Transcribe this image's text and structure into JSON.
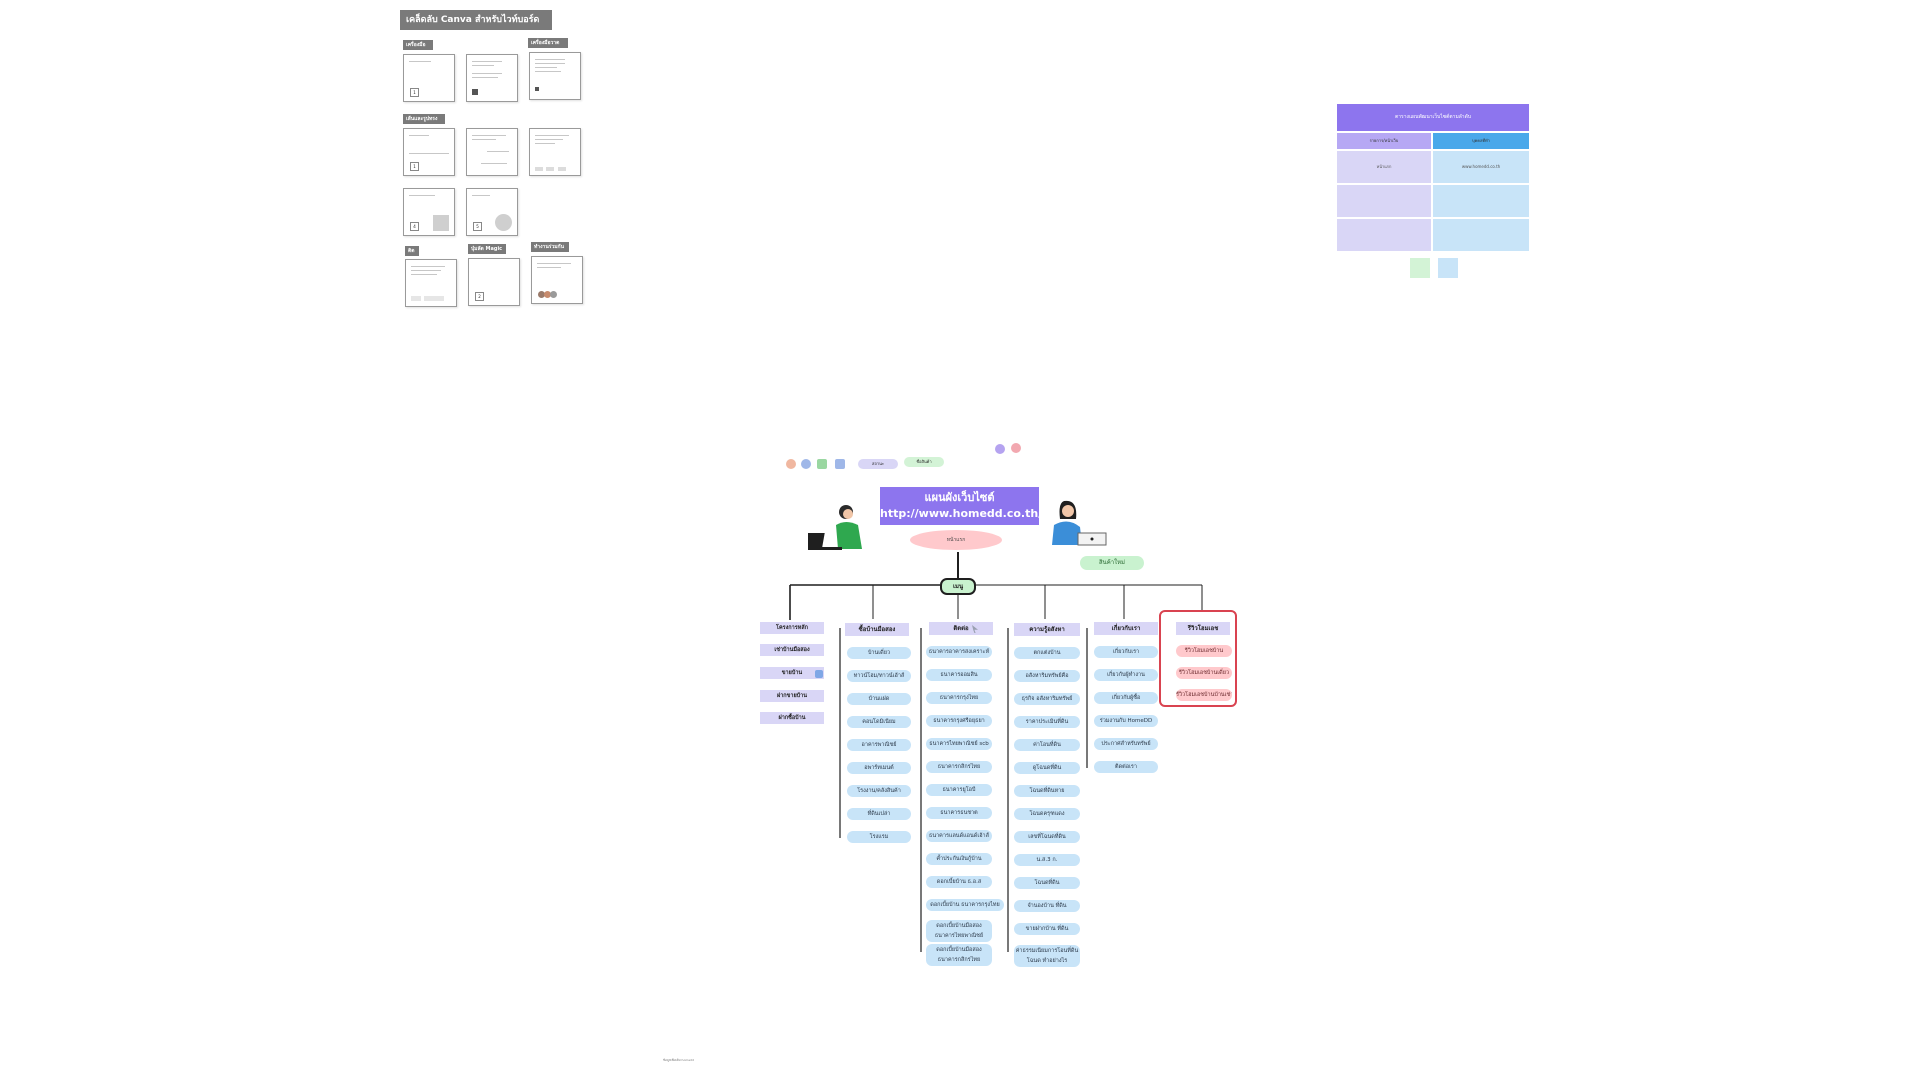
{
  "tips": {
    "title": "เคล็ดลับ Canva สำหรับไวท์บอร์ด",
    "sections": {
      "s1": "เครื่องมือวาด",
      "s2": "เครื่องมือวาด",
      "s3": "เส้นและรูปทรง",
      "s4": "ติด",
      "s5": "ปุ่มลัด Magic",
      "s6": "ทำงานร่วมกัน"
    }
  },
  "table": {
    "title": "ตารางแผนพัฒนาเว็บไซต์ตามลำดับ",
    "col1": "รายการ/หน้าเว็บ",
    "col2": "บุคคลที่ทำ",
    "r1c1": "หน้าแรก",
    "r1c2": "www.homedd.co.th"
  },
  "mindmap": {
    "title_line1": "แผนผังเว็บไซต์",
    "title_line2": "http://www.homedd.co.th/",
    "home": "หน้าแรก",
    "menu": "เมนู",
    "new": "สินค้าใหม่",
    "tag1": "สถานะ",
    "tag2": "ชื่อสินค้า",
    "left_menu": [
      "โครงการหลัก",
      "เช่าบ้านมือสอง",
      "ขายบ้าน",
      "ฝากขายบ้าน",
      "ฝากซื้อบ้าน"
    ],
    "columns": [
      {
        "head": "ซื้อบ้านมือสอง",
        "items": [
          "บ้านเดี่ยว",
          "ทาวน์โฮม/ทาวน์เฮ้าส์",
          "บ้านแฝด",
          "คอนโดมิเนียม",
          "อาคารพาณิชย์",
          "อพาร์ทเมนต์",
          "โรงงาน/คลังสินค้า",
          "ที่ดินเปล่า",
          "โรงแรม"
        ]
      },
      {
        "head": "ติดต่อ",
        "items": [
          "ธนาคารอาคารสงเคราะห์",
          "ธนาคารออมสิน",
          "ธนาคารกรุงไทย",
          "ธนาคารกรุงศรีอยุธยา",
          "ธนาคารไทยพาณิชย์ scb",
          "ธนาคารกสิกรไทย",
          "ธนาคารยูโอบี",
          "ธนาคารธนชาต",
          "ธนาคารแลนด์แอนด์เฮ้าส์",
          "ค้ำประกันเงินกู้บ้าน",
          "ดอกเบี้ยบ้าน ธ.อ.ส",
          "ดอกเบี้ยบ้าน ธนาคารกรุงไทย",
          "ดอกเบี้ยบ้านมือสอง ธนาคารไทยพาณิชย์",
          "ดอกเบี้ยบ้านมือสอง ธนาคารกสิกรไทย"
        ]
      },
      {
        "head": "ความรู้อสังหา",
        "items": [
          "ตกแต่งบ้าน",
          "อสังหาริมทรัพย์คือ",
          "ธุรกิจ อสังหาริมทรัพย์",
          "ราคาประเมินที่ดิน",
          "ค่าโอนที่ดิน",
          "ดูโฉนดที่ดิน",
          "โฉนดที่ดินหาย",
          "โฉนดครุฑแดง",
          "เลขที่โฉนดที่ดิน",
          "น.ส.3 ก.",
          "โฉนดที่ดิน",
          "จำนองบ้าน ที่ดิน",
          "ขายฝากบ้าน ที่ดิน",
          "ค่าธรรมเนียมการโอนที่ดิน โฉนด ทำอย่างไร"
        ]
      },
      {
        "head": "เกี่ยวกับเรา",
        "items": [
          "เกี่ยวกับเรา",
          "เกี่ยวกับผู้ทำงาน",
          "เกี่ยวกับผู้ซื้อ",
          "ร่วมงานกับ HomeDD",
          "ประกาศสำหรับทรัพย์",
          "ติดต่อเรา"
        ]
      },
      {
        "head": "รีวิวโฮมเอช",
        "items": [
          "รีวิวโฮมเอชบ้าน",
          "รีวิวโฮมเอชบ้านเดี่ยว",
          "รีวิวโฮมเอชบ้านบ้านเช่า"
        ]
      }
    ]
  },
  "footer": "ข้อมูลเพิ่มเติม homedd"
}
